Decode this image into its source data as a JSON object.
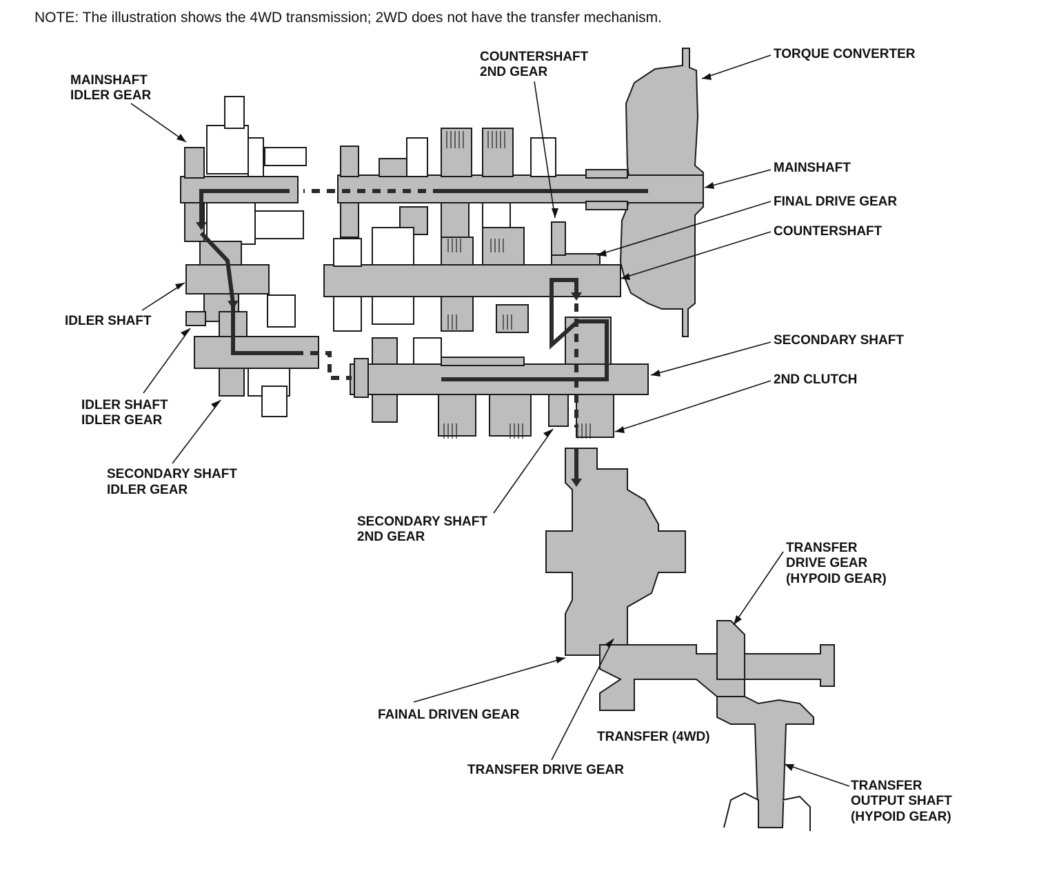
{
  "note": "NOTE: The illustration shows the 4WD transmission; 2WD does not have the transfer mechanism.",
  "labels": {
    "mainshaft_idler_gear": [
      "MAINSHAFT",
      "IDLER GEAR"
    ],
    "countershaft_2nd_gear": [
      "COUNTERSHAFT",
      "2ND GEAR"
    ],
    "torque_converter": [
      "TORQUE CONVERTER"
    ],
    "mainshaft": [
      "MAINSHAFT"
    ],
    "final_drive_gear": [
      "FINAL DRIVE GEAR"
    ],
    "countershaft": [
      "COUNTERSHAFT"
    ],
    "idler_shaft": [
      "IDLER SHAFT"
    ],
    "secondary_shaft": [
      "SECONDARY SHAFT"
    ],
    "second_clutch": [
      "2ND CLUTCH"
    ],
    "idler_shaft_idler_gear": [
      "IDLER SHAFT",
      "IDLER GEAR"
    ],
    "secondary_shaft_idler_gear": [
      "SECONDARY SHAFT",
      "IDLER GEAR"
    ],
    "secondary_shaft_2nd_gear": [
      "SECONDARY SHAFT",
      "2ND GEAR"
    ],
    "transfer_drive_gear_hypoid": [
      "TRANSFER",
      "DRIVE GEAR",
      "(HYPOID GEAR)"
    ],
    "final_driven_gear": [
      "FAINAL DRIVEN GEAR"
    ],
    "transfer_4wd": [
      "TRANSFER (4WD)"
    ],
    "transfer_drive_gear": [
      "TRANSFER DRIVE GEAR"
    ],
    "transfer_output_shaft": [
      "TRANSFER",
      "OUTPUT SHAFT",
      "(HYPOID GEAR)"
    ]
  },
  "colors": {
    "part_fill": "#bdbdbd",
    "power_flow_line": "#2a2a2a"
  }
}
